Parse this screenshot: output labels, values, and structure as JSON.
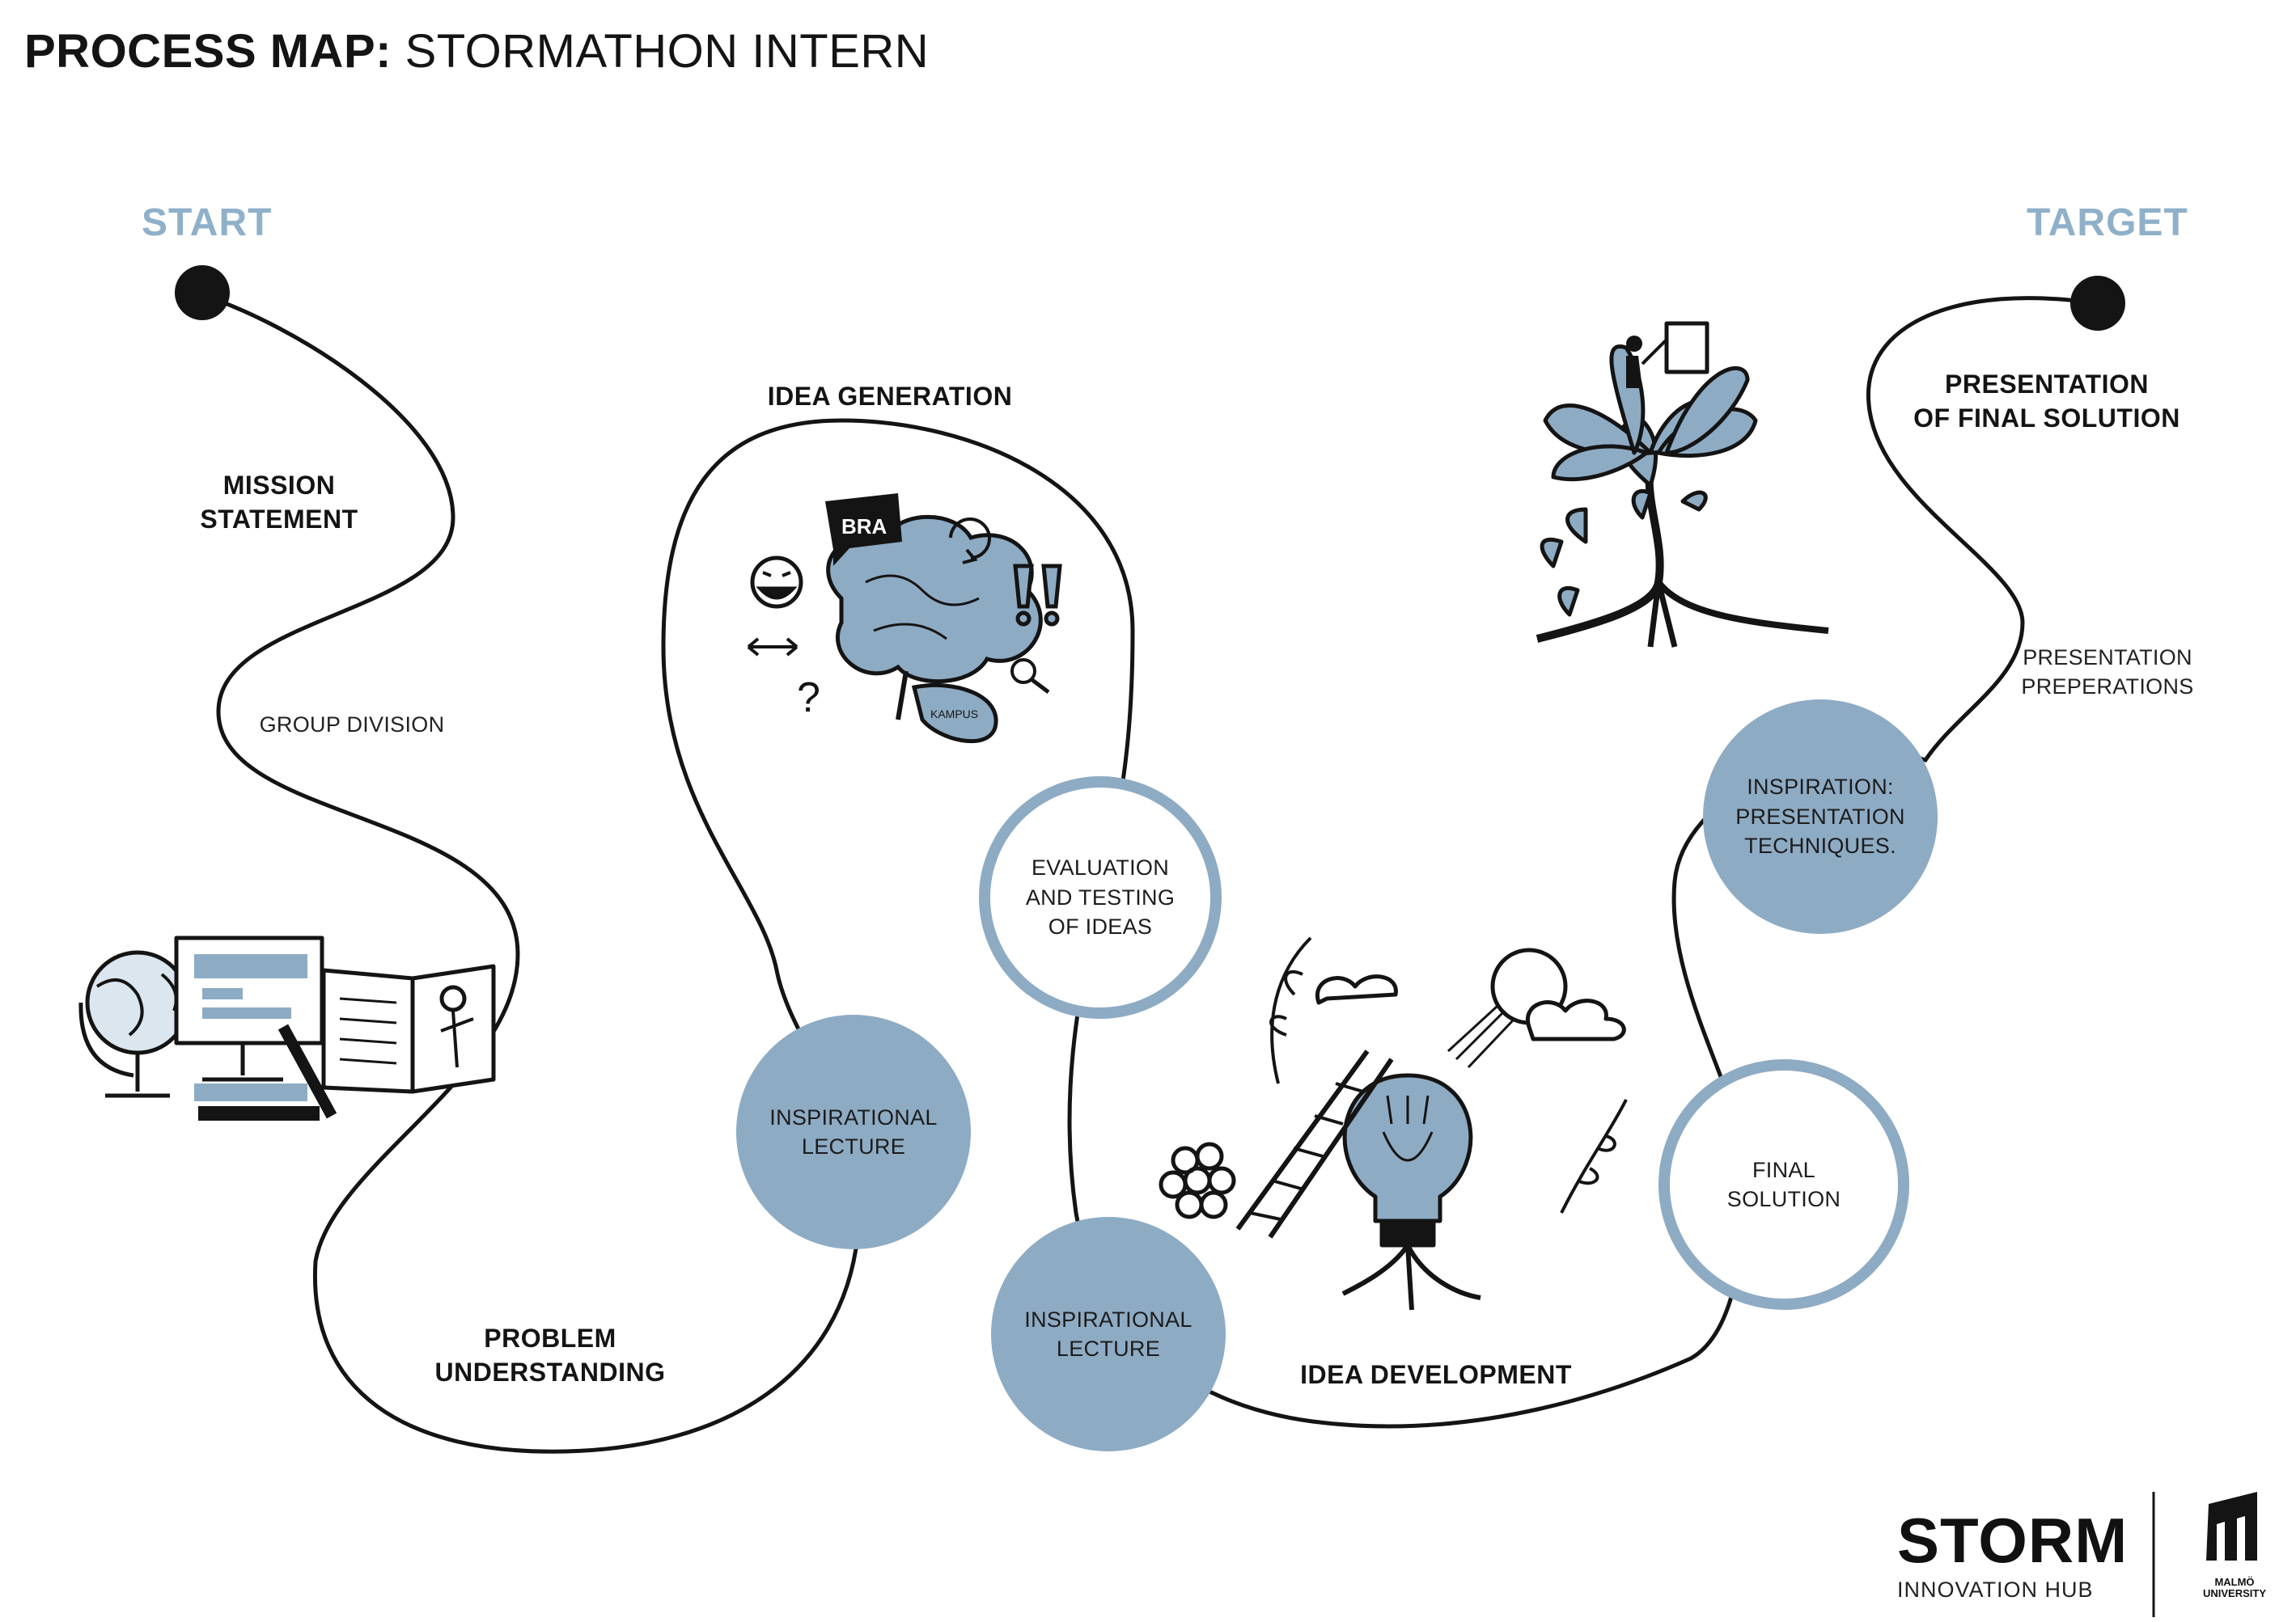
{
  "title": {
    "bold": "PROCESS MAP:",
    "light": "STORMATHON INTERN"
  },
  "endpoints": {
    "start": "START",
    "target": "TARGET"
  },
  "stages": {
    "mission_statement": "MISSION\nSTATEMENT",
    "idea_generation": "IDEA GENERATION",
    "problem_understanding": "PROBLEM\nUNDERSTANDING",
    "idea_development": "IDEA DEVELOPMENT",
    "presentation_final": "PRESENTATION\nOF FINAL SOLUTION"
  },
  "steps": {
    "group_division": "GROUP DIVISION",
    "presentation_preperations": "PRESENTATION\nPREPERATIONS"
  },
  "circles": {
    "inspirational_lecture_1": "INSPIRATIONAL\nLECTURE",
    "evaluation_testing": "EVALUATION\nAND TESTING\nOF IDEAS",
    "inspirational_lecture_2": "INSPIRATIONAL\nLECTURE",
    "inspiration_presentation": "INSPIRATION:\nPRESENTATION\nTECHNIQUES.",
    "final_solution": "FINAL\nSOLUTION"
  },
  "illustrations": {
    "speech_bubble_text": "BRA",
    "leaf_bubble_text": "KAMPUS"
  },
  "logos": {
    "storm_word": "STORM",
    "storm_sub": "INNOVATION HUB",
    "malmo_sub": "MALMÖ\nUNIVERSITY"
  },
  "colors": {
    "accent": "#8eabc4",
    "endpoint_label": "#8fb0c9",
    "ink": "#141414"
  },
  "icons": [
    "globe-icon",
    "computer-icon",
    "book-icon",
    "brain-icon",
    "speech-bubble-icon",
    "laughing-emoji-icon",
    "refresh-icon",
    "exclamation-icon",
    "magnifier-icon",
    "question-icon",
    "arrows-icon",
    "flower-tree-icon",
    "lightbulb-icon",
    "ladder-icon",
    "sun-icon",
    "cloud-icon"
  ]
}
